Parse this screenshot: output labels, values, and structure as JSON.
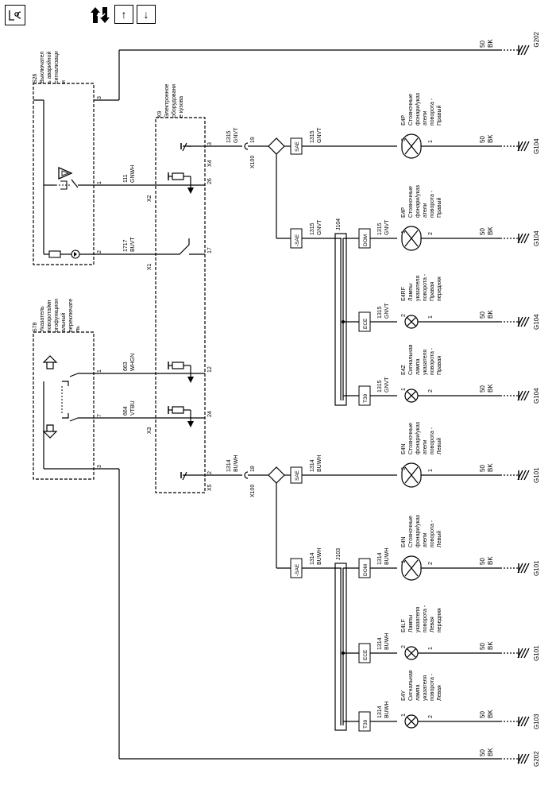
{
  "toolbar": {
    "legend_icon": "legend-icon",
    "swap_icon": "swap-icon",
    "up_glyph": "↑",
    "down_glyph": "↓"
  },
  "switches": {
    "s26": {
      "id": "S26",
      "name": "Выключател ь аварийной сигнализаци и",
      "pins": [
        "3",
        "1",
        "2"
      ]
    },
    "s78": {
      "id": "S78",
      "name": "Указатель поворота/мн огофункцион альный переключате ль",
      "pins": [
        "1",
        "7",
        "3"
      ]
    }
  },
  "module": {
    "id": "K9",
    "name": "Электронное оборудовани е кузова",
    "pins": [
      "3",
      "26",
      "17",
      "12",
      "24",
      "2"
    ],
    "connectors": [
      "X4",
      "X2",
      "X1",
      "X3",
      "X5"
    ]
  },
  "wires_left": {
    "w111": {
      "num": "111",
      "color": "GNWH"
    },
    "w1717": {
      "num": "1717",
      "color": "BUVT"
    },
    "w663": {
      "num": "663",
      "color": "WHGN"
    },
    "w664": {
      "num": "664",
      "color": "VTBU"
    }
  },
  "right_group": {
    "num": "1315",
    "color": "GNVT"
  },
  "left_group": {
    "num": "1314",
    "color": "BUWH"
  },
  "x100": {
    "name": "X100",
    "pin_right": "19",
    "pin_left": "18"
  },
  "splices": {
    "j104": "J104",
    "j103": "J103"
  },
  "options": {
    "sae": "SAE",
    "msae": "-SAE",
    "dom": "DOM",
    "ece": "ECE",
    "t39": "T39"
  },
  "ground_wire": {
    "num": "50",
    "color": "BK"
  },
  "lamps": [
    {
      "id": "E4P",
      "name": "Стояночные фонари/указ атели поворота - Правый",
      "ground": "G104",
      "option": "SAE",
      "pins": [
        "3",
        "1"
      ]
    },
    {
      "id": "E4P",
      "name": "Стояночные фонари/указ атели поворота - Правый",
      "ground": "G104",
      "option": "DOM",
      "pins": [
        "1",
        "2"
      ]
    },
    {
      "id": "E4RF",
      "name": "Лампы указателя поворота - Правая передняя",
      "ground": "G104",
      "option": "ECE",
      "pins": [
        "2",
        "1"
      ]
    },
    {
      "id": "E4Z",
      "name": "Сигнальная лампа указателя поворота - Правая",
      "ground": "G104",
      "option": "T39",
      "pins": [
        "1",
        "2"
      ]
    },
    {
      "id": "E4N",
      "name": "Стояночные фонари/указ атели поворота - Левый",
      "ground": "G101",
      "option": "SAE",
      "pins": [
        "3",
        "1"
      ]
    },
    {
      "id": "E4N",
      "name": "Стояночные фонари/указ атели поворота - Левый",
      "ground": "G101",
      "option": "DOM",
      "pins": [
        "1",
        "2"
      ]
    },
    {
      "id": "E4LF",
      "name": "Лампы указателя поворота - Левая передняя",
      "ground": "G101",
      "option": "ECE",
      "pins": [
        "2",
        "1"
      ]
    },
    {
      "id": "E4Y",
      "name": "Сигнальная лампа указателя поворота - Левая",
      "ground": "G103",
      "option": "T39",
      "pins": [
        "1",
        "2"
      ]
    }
  ],
  "top_ground": "G202",
  "bottom_ground": "G202"
}
